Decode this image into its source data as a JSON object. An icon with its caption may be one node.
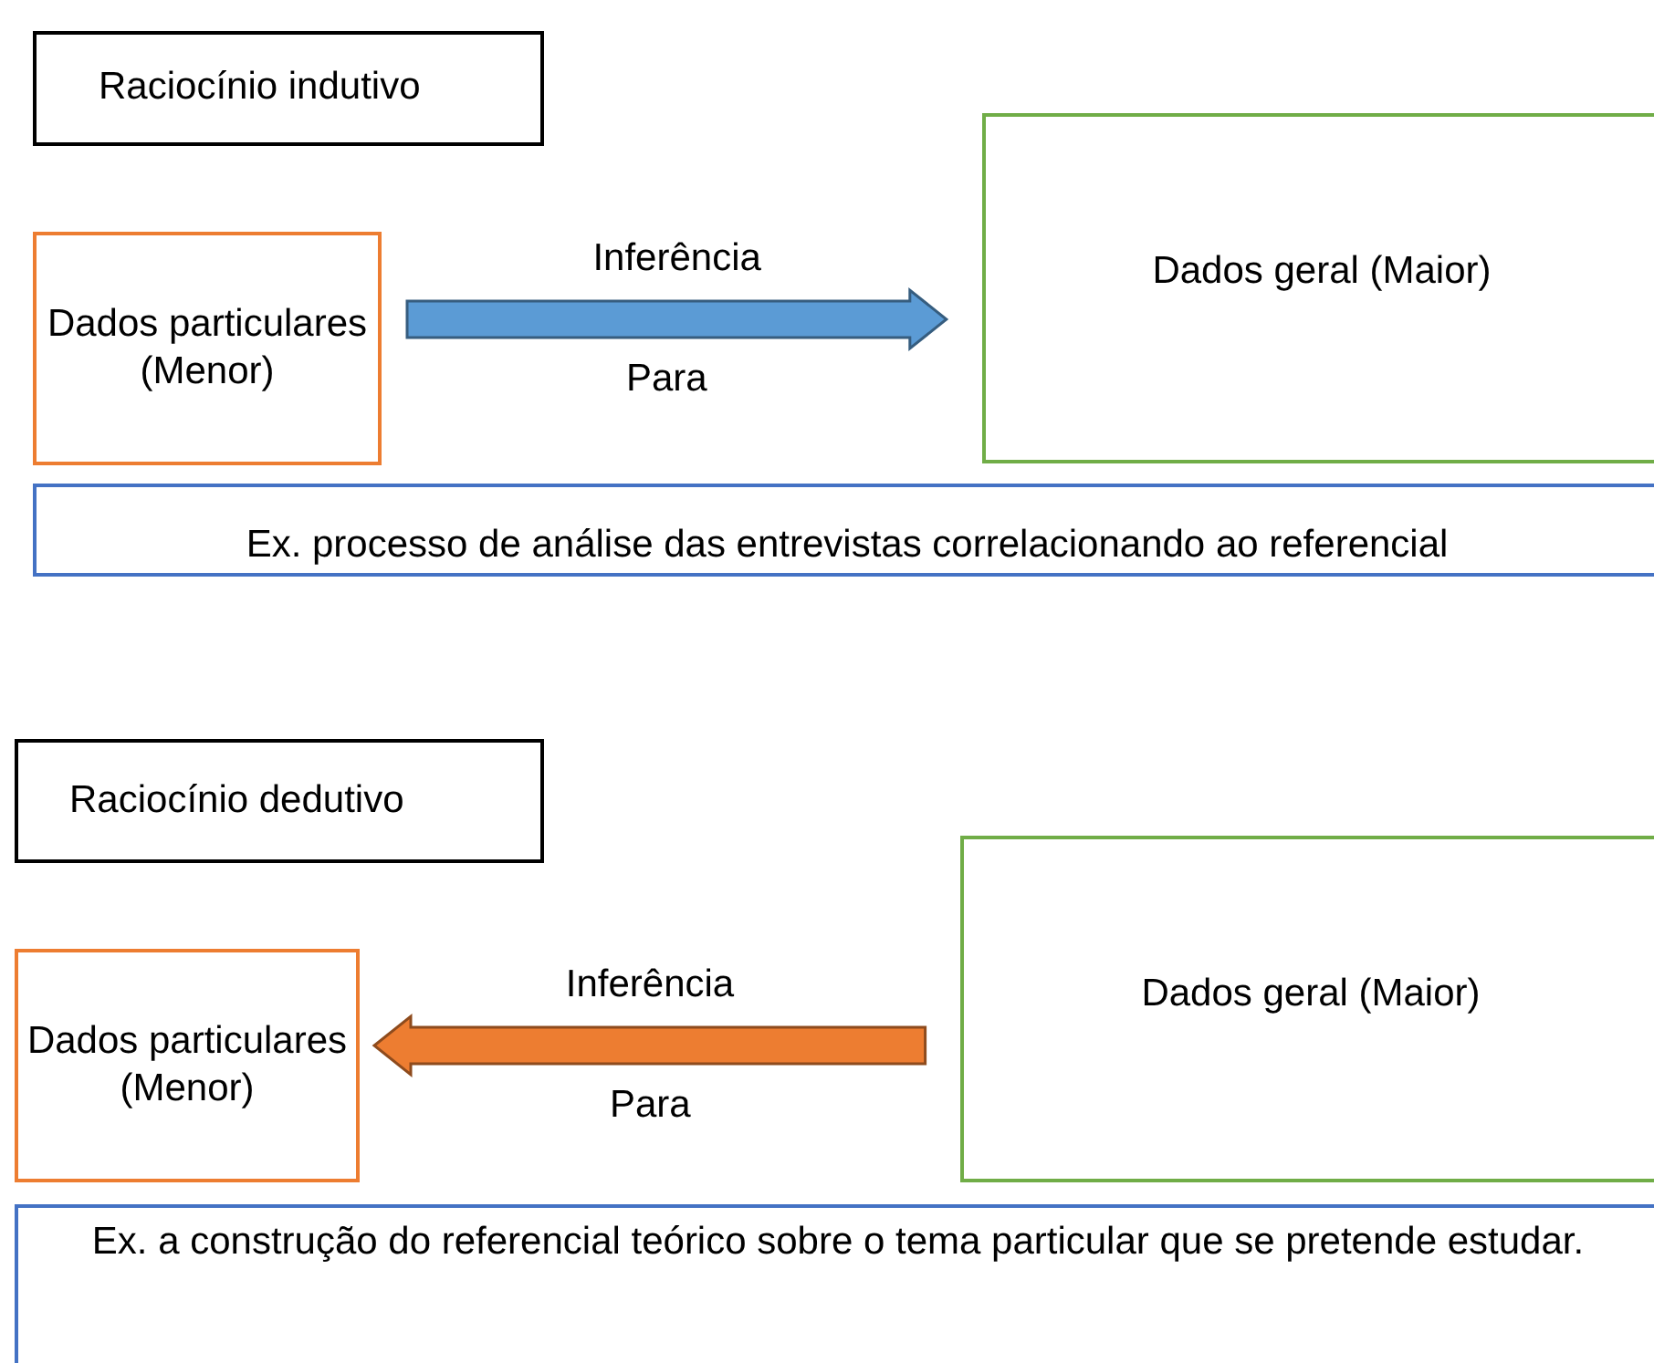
{
  "diagram": {
    "nodes": [
      {
        "text": [
          "Raciocínio indutivo"
        ]
      },
      {
        "text": [
          "Dados particulares (Menor)"
        ]
      },
      {
        "text": [
          "Dados geral (Maior)"
        ]
      },
      {
        "text": [
          "Ex. processo de análise das entrevistas correlacionando ao referencial"
        ]
      },
      {
        "text": [
          "Raciocínio dedutivo"
        ]
      },
      {
        "text": [
          "Dados particulares (Menor)"
        ]
      },
      {
        "text": [
          "Dados geral (Maior)"
        ]
      },
      {
        "text": [
          "Ex. a construção do referencial teórico sobre o tema particular que se pretende estudar."
        ]
      }
    ],
    "edges": [
      {
        "from": 1,
        "to": 2,
        "arrow": "to",
        "label": "Inferência",
        "color": "#5b9bd5"
      },
      {
        "from": 6,
        "to": 5,
        "arrow": "to",
        "label": "Inferência",
        "color": "#ed7d31"
      }
    ],
    "labels": [
      "Para",
      "Para"
    ]
  }
}
